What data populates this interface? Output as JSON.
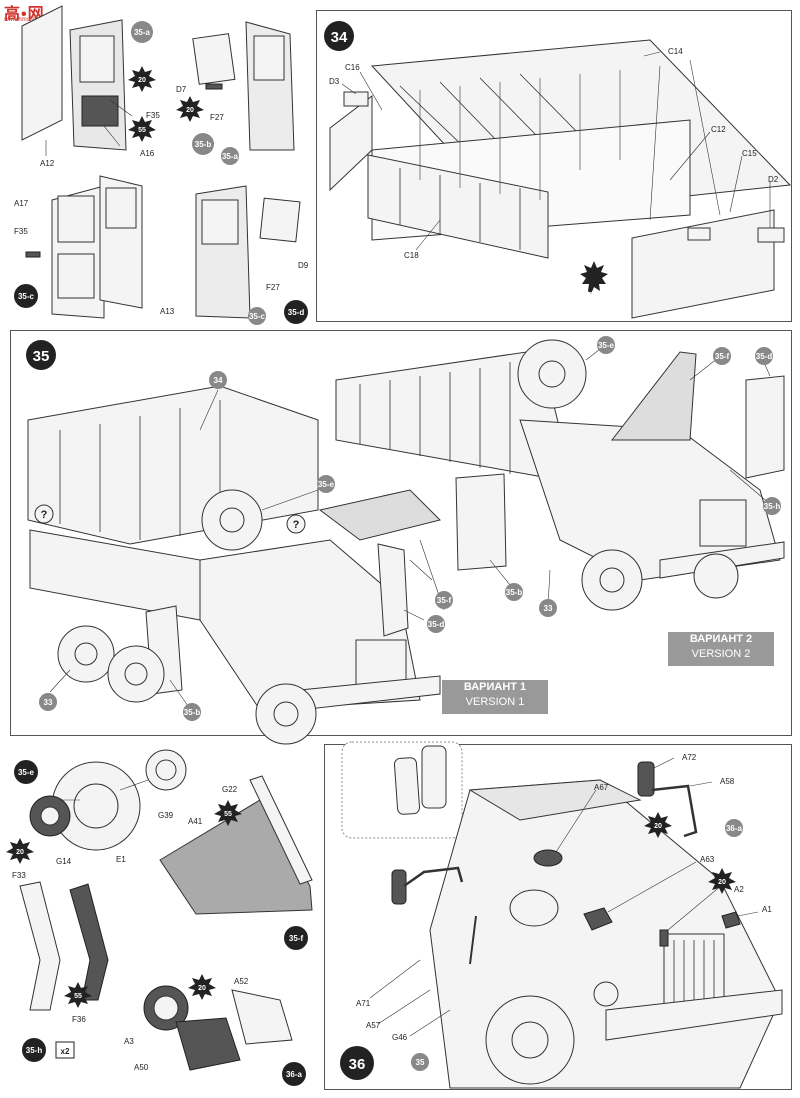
{
  "watermark": {
    "main": "高•网",
    "sub": "www.hmoshow.com"
  },
  "steps": {
    "s34": "34",
    "s35": "35",
    "s36": "36"
  },
  "badges": {
    "b35a": "35-a",
    "b35b": "35-b",
    "b35c": "35-c",
    "b35d": "35-d",
    "b35e": "35-e",
    "b35f": "35-f",
    "b35h": "35-h",
    "b36a": "36-a",
    "b34": "34",
    "b33": "33",
    "b35": "35"
  },
  "stars": {
    "s20": "20",
    "s55": "55"
  },
  "panel_a": {
    "A12": "A12",
    "A16": "A16",
    "F35": "F35"
  },
  "panel_b": {
    "D7": "D7",
    "F27": "F27"
  },
  "panel_c": {
    "A17": "A17",
    "F35": "F35",
    "A13": "A13"
  },
  "panel_d": {
    "D9": "D9",
    "F27": "F27"
  },
  "panel_34": {
    "C14": "C14",
    "C16": "C16",
    "D3": "D3",
    "C12": "C12",
    "C15": "C15",
    "D2": "D2",
    "C18": "C18"
  },
  "panel_35": {
    "v1_ru": "ВАРИАНТ 1",
    "v1_en": "VERSION  1",
    "v2_ru": "ВАРИАНТ 2",
    "v2_en": "VERSION  2",
    "q": "?"
  },
  "panel_e": {
    "G39": "G39",
    "G14": "G14",
    "E1": "E1"
  },
  "panel_f": {
    "G22": "G22",
    "A41": "A41"
  },
  "panel_h": {
    "F33": "F33",
    "F36": "F36",
    "x2": "x2"
  },
  "panel_36a": {
    "A3": "A3",
    "A52": "A52",
    "A50": "A50"
  },
  "panel_36": {
    "A72": "A72",
    "A58": "A58",
    "A67": "A67",
    "A63": "A63",
    "A2": "A2",
    "A1": "A1",
    "A71": "A71",
    "A57": "A57",
    "G46": "G46"
  }
}
